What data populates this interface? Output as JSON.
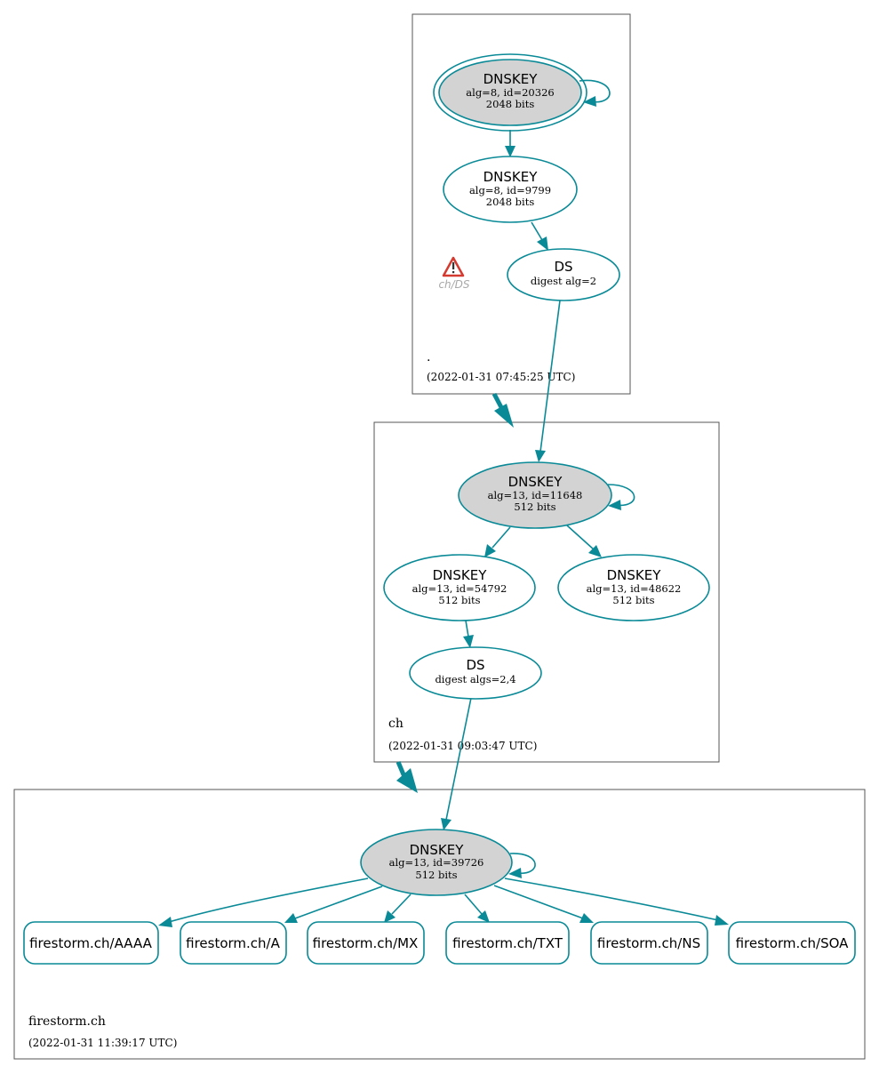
{
  "colors": {
    "edge": "#0a8a97",
    "ksk_fill": "#d3d3d3",
    "node_fill": "#ffffff",
    "warning": "#d43a2f"
  },
  "zones": {
    "root": {
      "name": ".",
      "timestamp": "(2022-01-31 07:45:25 UTC)"
    },
    "ch": {
      "name": "ch",
      "timestamp": "(2022-01-31 09:03:47 UTC)"
    },
    "firestorm": {
      "name": "firestorm.ch",
      "timestamp": "(2022-01-31 11:39:17 UTC)"
    }
  },
  "nodes": {
    "root_ksk": {
      "title": "DNSKEY",
      "line1": "alg=8, id=20326",
      "line2": "2048 bits"
    },
    "root_zsk": {
      "title": "DNSKEY",
      "line1": "alg=8, id=9799",
      "line2": "2048 bits"
    },
    "root_ds": {
      "title": "DS",
      "line1": "digest alg=2"
    },
    "ch_ksk": {
      "title": "DNSKEY",
      "line1": "alg=13, id=11648",
      "line2": "512 bits"
    },
    "ch_zsk1": {
      "title": "DNSKEY",
      "line1": "alg=13, id=54792",
      "line2": "512 bits"
    },
    "ch_zsk2": {
      "title": "DNSKEY",
      "line1": "alg=13, id=48622",
      "line2": "512 bits"
    },
    "ch_ds": {
      "title": "DS",
      "line1": "digest algs=2,4"
    },
    "fs_key": {
      "title": "DNSKEY",
      "line1": "alg=13, id=39726",
      "line2": "512 bits"
    }
  },
  "warning": {
    "label": "ch/DS",
    "icon": "warning-triangle-icon"
  },
  "rrsets": [
    {
      "label": "firestorm.ch/AAAA"
    },
    {
      "label": "firestorm.ch/A"
    },
    {
      "label": "firestorm.ch/MX"
    },
    {
      "label": "firestorm.ch/TXT"
    },
    {
      "label": "firestorm.ch/NS"
    },
    {
      "label": "firestorm.ch/SOA"
    }
  ]
}
